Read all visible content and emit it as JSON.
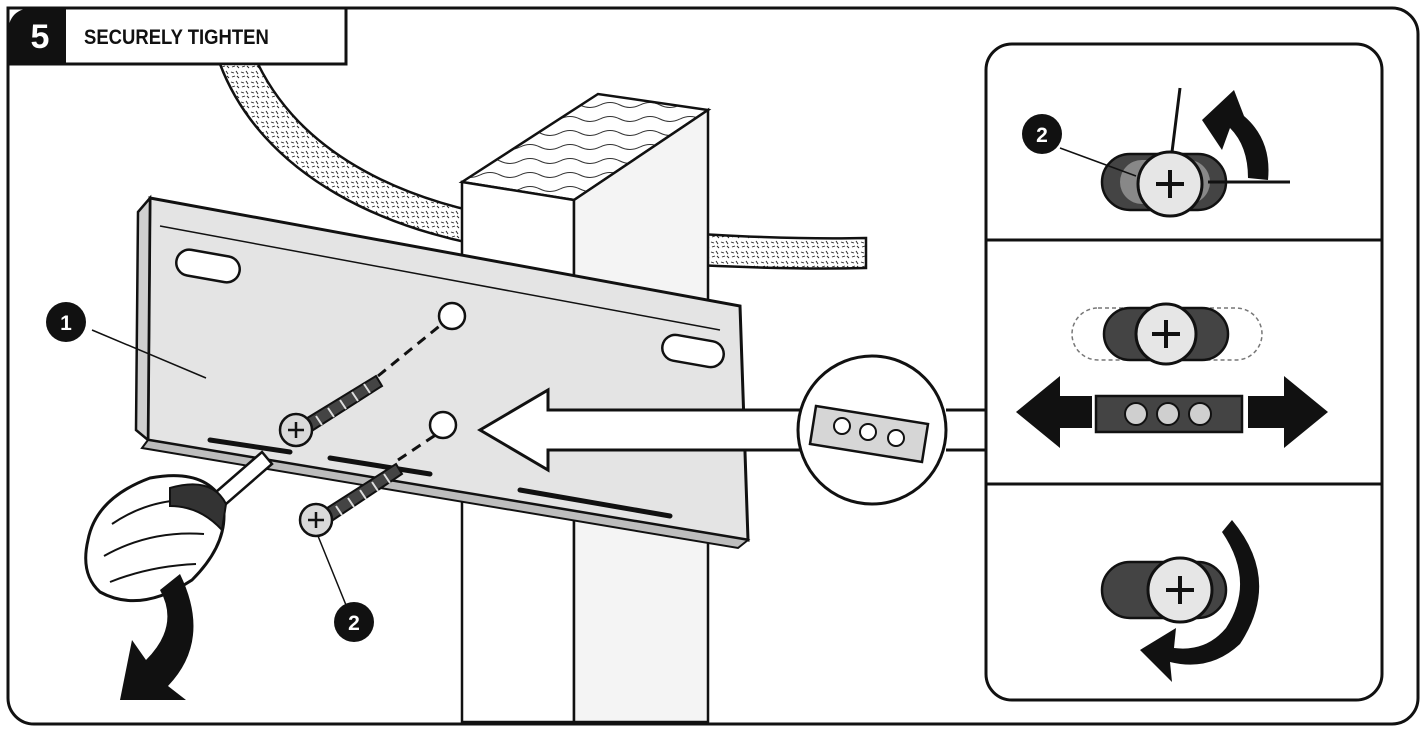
{
  "step": {
    "number": "5",
    "title": "SECURELY TIGHTEN"
  },
  "callouts": {
    "bracket": "1",
    "screw": "2",
    "detail_screw": "2"
  },
  "colors": {
    "ink": "#111111",
    "paper": "#ffffff",
    "bracket_fill": "#e4e4e4",
    "shadow_gray": "#8a8a8a"
  },
  "icons": {
    "screwdriver": "screwdriver-icon",
    "rotate_arrow": "rotate-arrow-icon",
    "double_arrow": "double-arrow-icon",
    "level": "bubble-level-icon"
  }
}
